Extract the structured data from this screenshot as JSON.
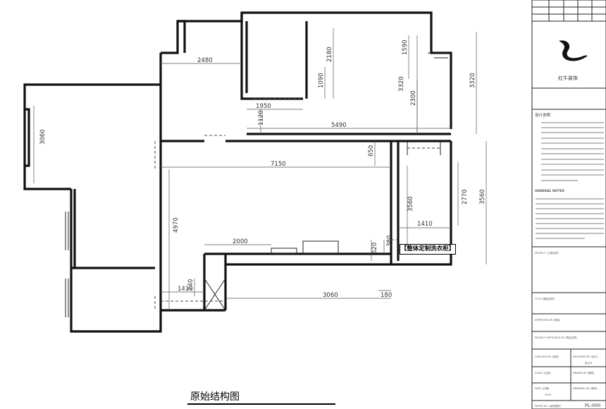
{
  "drawing": {
    "caption": "原始结构图",
    "callout": "【整体定制洗衣柜】",
    "dimensions": {
      "d2480": "2480",
      "d2180": "2180",
      "d1090": "1090",
      "d1950": "1950",
      "d1120": "1120",
      "d5490": "5490",
      "d1590": "1590",
      "d3320a": "3320",
      "d2300": "2300",
      "d3320b": "3320",
      "d3060a": "3060",
      "d7150": "7150",
      "d650": "650",
      "d3560a": "3560",
      "d2770": "2770",
      "d3560b": "3560",
      "d1410a": "1410",
      "d4970": "4970",
      "d2000": "2000",
      "d620": "620",
      "d380": "380",
      "d240": "240",
      "d3060b": "3060",
      "d180": "180",
      "d1410b": "1410"
    }
  },
  "title_block": {
    "company": "红牛装饰",
    "notes_heading": "设计说明",
    "general_notes": "GENERAL NOTES",
    "project": "PROJECT (工程名称)",
    "title": "TITLE (图纸名称)",
    "approved": "APPROVED BY (批准)",
    "project_approved": "PROJECT APPROVED BY (项目负责)",
    "checked": "CHECKED BY (校核)",
    "designed": "DESIGNED BY (设计)",
    "designer": "张小M",
    "scale": "SCALE (比例)",
    "drawn": "DRAWN BY (制图)",
    "date": "DATE (日期)",
    "year": "2018",
    "drawing_no": "DRAWING NO.(图号)",
    "paper": "PAPER NO. (纸张编号)",
    "sheet_code": "PL-000"
  }
}
